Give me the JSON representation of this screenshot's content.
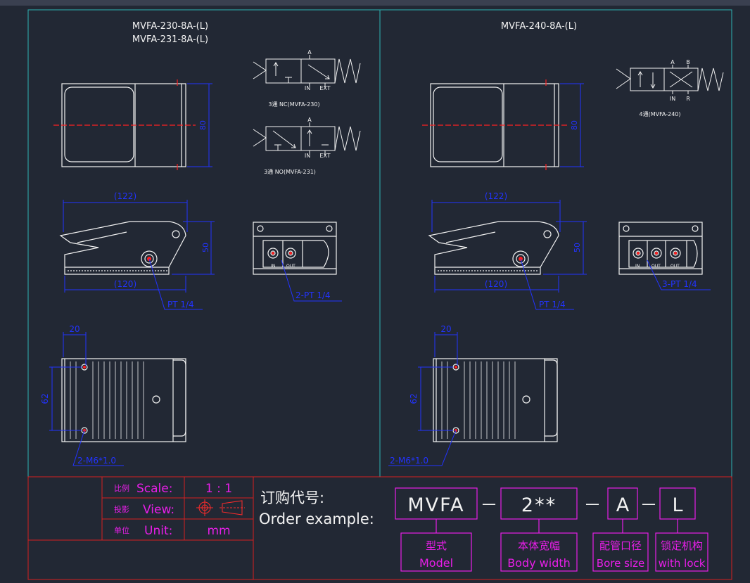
{
  "colors": {
    "background": "#222834",
    "line_white": "#f2f2f2",
    "frame_cyan": "#2fb3b3",
    "dimension_blue": "#2233ff",
    "title_red": "#d62020",
    "order_magenta": "#e81ee8",
    "centerline_red": "#ff2020"
  },
  "left_view": {
    "title_line1": "MVFA-230-8A-(L)",
    "title_line2": "MVFA-231-8A-(L)",
    "dim_height": "80",
    "dim_length_top": "(122)",
    "dim_length_bottom": "(120)",
    "dim_side_height": "50",
    "dim_hole_pitch": "20",
    "dim_hole_span": "62",
    "port_note_bottom": "PT 1/4",
    "port_note_back": "2-PT 1/4",
    "mount_note": "2-M6*1.0",
    "symbol1": {
      "caption": "3通 NC(MVFA-230)",
      "port_a": "A",
      "port_in": "IN",
      "port_ext": "EXT"
    },
    "symbol2": {
      "caption": "3通 NO(MVFA-231)",
      "port_a": "A",
      "port_in": "IN",
      "port_ext": "EXT"
    },
    "back_port_labels": [
      "IN",
      "OUT"
    ]
  },
  "right_view": {
    "title": "MVFA-240-8A-(L)",
    "dim_height": "80",
    "dim_length_top": "(122)",
    "dim_length_bottom": "(120)",
    "dim_side_height": "50",
    "dim_hole_pitch": "20",
    "dim_hole_span": "62",
    "port_note_bottom": "PT 1/4",
    "port_note_back": "3-PT 1/4",
    "mount_note": "2-M6*1.0",
    "symbol": {
      "caption": "4通(MVFA-240)",
      "port_a": "A",
      "port_b": "B",
      "port_in": "IN",
      "port_r": "R"
    },
    "back_port_labels": [
      "IN",
      "OUT",
      "OUT"
    ]
  },
  "title_block": {
    "scale_cn": "比例",
    "scale_label": "Scale:",
    "scale_value": "1 : 1",
    "view_cn": "投影",
    "view_label": "View:",
    "unit_cn": "单位",
    "unit_label": "Unit:",
    "unit_value": "mm"
  },
  "order": {
    "heading_cn": "订购代号:",
    "heading_en": "Order example:",
    "codes": [
      {
        "code": "MVFA",
        "cn": "型式",
        "en": "Model"
      },
      {
        "code": "2**",
        "cn": "本体宽幅",
        "en": "Body width"
      },
      {
        "code": "A",
        "cn": "配管口径",
        "en": "Bore size"
      },
      {
        "code": "L",
        "cn": "锁定机构",
        "en": "with lock"
      }
    ],
    "separators": [
      "—",
      "—",
      "—"
    ]
  }
}
